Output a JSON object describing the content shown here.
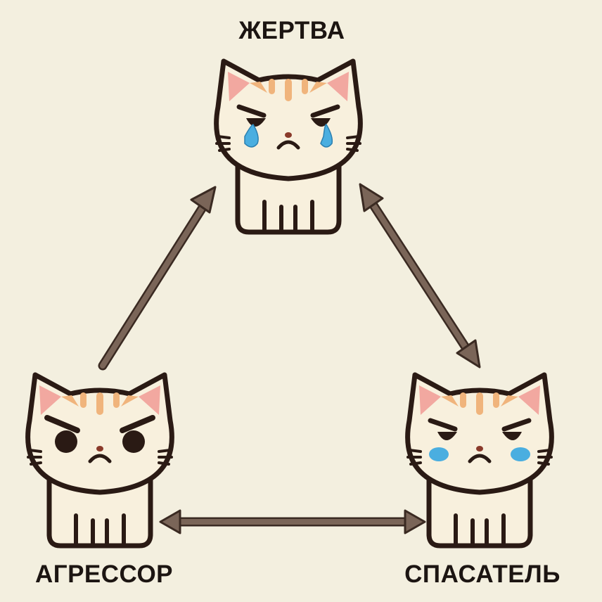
{
  "roles": {
    "victim": {
      "label": "ЖЕРТВА"
    },
    "aggressor": {
      "label": "АГРЕССОР"
    },
    "rescuer": {
      "label": "СПАСАТЕЛЬ"
    }
  },
  "colors": {
    "background": "#f3efdf",
    "outline": "#2a1a14",
    "fur": "#f8f0dd",
    "stripes": "#f0b47c",
    "ear_inner": "#f2a8a0",
    "tears": "#4aaee0",
    "arrow": "#7a6558"
  },
  "arrows": [
    {
      "from": "aggressor",
      "to": "victim",
      "direction": "one-way"
    },
    {
      "from": "victim",
      "to": "rescuer",
      "direction": "two-way"
    },
    {
      "from": "aggressor",
      "to": "rescuer",
      "direction": "two-way"
    }
  ]
}
